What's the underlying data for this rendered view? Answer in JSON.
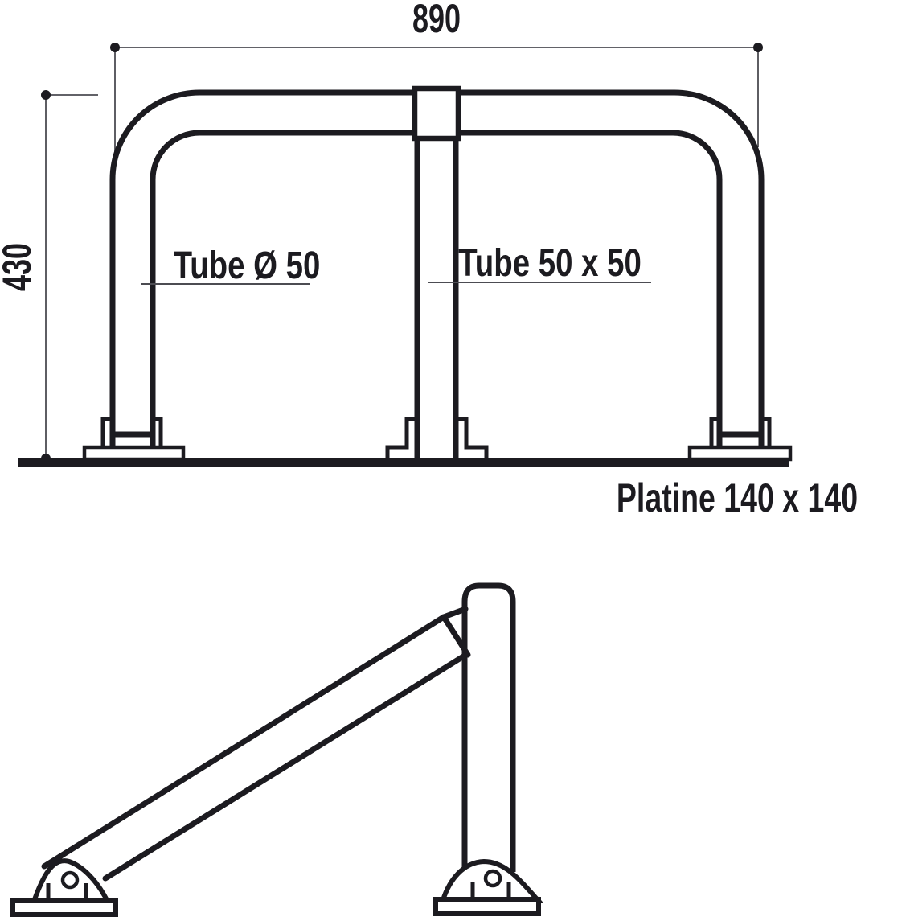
{
  "drawing": {
    "colors": {
      "ink": "#1c1b20",
      "dim_line": "#4c4c52",
      "background": "#ffffff"
    },
    "front_view": {
      "width_dimension": "890",
      "height_dimension": "430",
      "hoop_tube_label": "Tube Ø 50",
      "post_tube_label": "Tube 50 x 50",
      "base_plate_label": "Platine 140 x 140"
    }
  }
}
